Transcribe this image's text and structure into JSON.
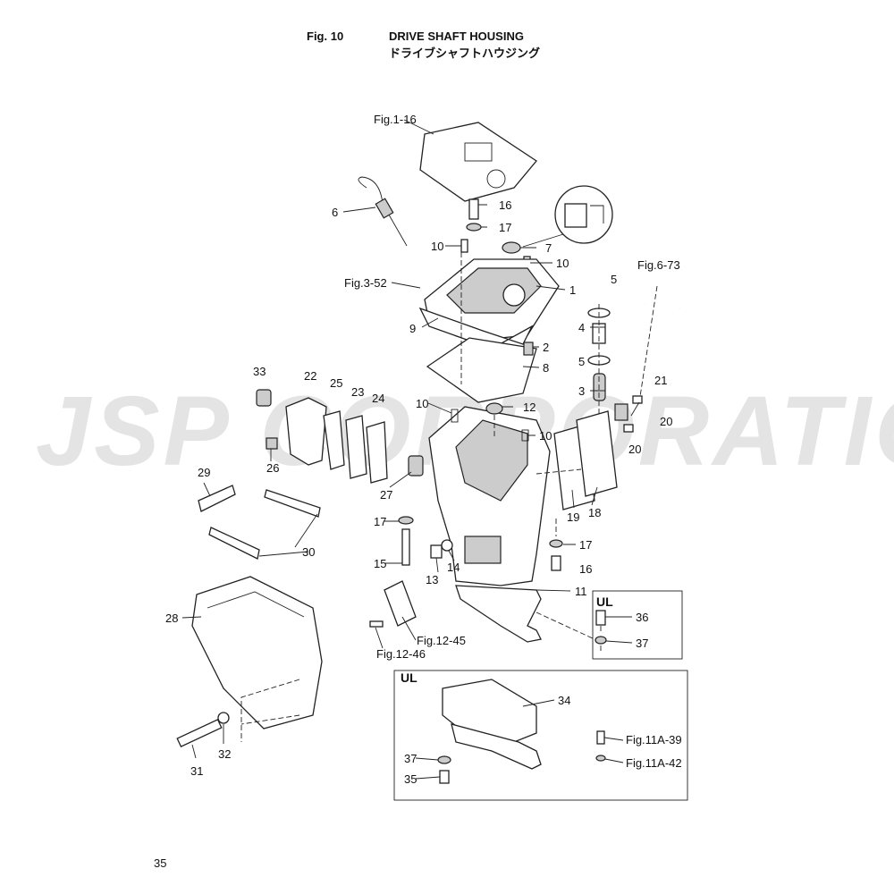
{
  "header": {
    "fig_no": "Fig. 10",
    "title_en": "DRIVE SHAFT HOUSING",
    "title_jp": "ドライブシャフトハウジング"
  },
  "watermark": "JSP CORPORATION",
  "page_number": "35",
  "callouts": [
    "Fig.1-16",
    "6",
    "16",
    "17",
    "10",
    "7",
    "10",
    "Fig.6-73",
    "Fig.3-52",
    "1",
    "5",
    "9",
    "4",
    "2",
    "5",
    "8",
    "3",
    "33",
    "22",
    "25",
    "23",
    "24",
    "10",
    "12",
    "21",
    "20",
    "20",
    "10",
    "26",
    "27",
    "19",
    "18",
    "29",
    "30",
    "17",
    "17",
    "15",
    "13",
    "14",
    "16",
    "11",
    "36",
    "37",
    "28",
    "Fig.12-45",
    "Fig.12-46",
    "34",
    "Fig.11A-39",
    "37",
    "Fig.11A-42",
    "35",
    "31",
    "32"
  ],
  "ul_boxes": [
    "UL",
    "UL"
  ]
}
